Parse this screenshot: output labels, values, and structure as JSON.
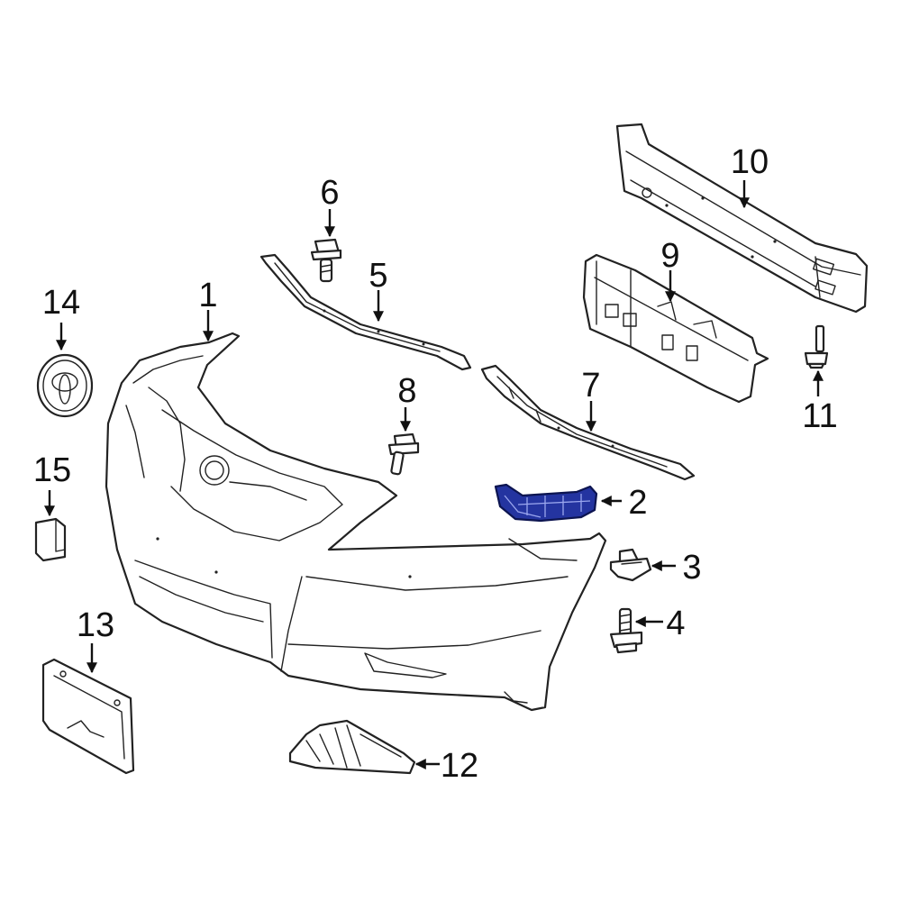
{
  "callouts": {
    "c1": "1",
    "c2": "2",
    "c3": "3",
    "c4": "4",
    "c5": "5",
    "c6": "6",
    "c7": "7",
    "c8": "8",
    "c9": "9",
    "c10": "10",
    "c11": "11",
    "c12": "12",
    "c13": "13",
    "c14": "14",
    "c15": "15"
  },
  "colors": {
    "highlighted_part": "#2434a0",
    "line": "#222222",
    "background": "#ffffff"
  }
}
